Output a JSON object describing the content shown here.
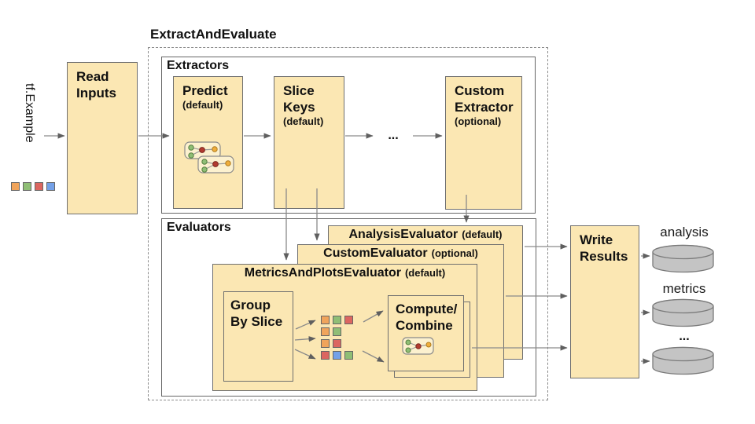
{
  "title": "ExtractAndEvaluate",
  "input": {
    "label": "tf.Example",
    "squares": [
      "orange",
      "green",
      "red",
      "blue"
    ]
  },
  "read_inputs": {
    "line1": "Read",
    "line2": "Inputs"
  },
  "extractors": {
    "label": "Extractors",
    "predict": {
      "name": "Predict",
      "qualifier": "(default)"
    },
    "slice_keys": {
      "line1": "Slice",
      "line2": "Keys",
      "qualifier": "(default)"
    },
    "ellipsis": "...",
    "custom_extractor": {
      "line1": "Custom",
      "line2": "Extractor",
      "qualifier": "(optional)"
    }
  },
  "evaluators": {
    "label": "Evaluators",
    "analysis": {
      "name": "AnalysisEvaluator",
      "qualifier": "(default)"
    },
    "custom": {
      "name": "CustomEvaluator",
      "qualifier": "(optional)"
    },
    "metrics_and_plots": {
      "name": "MetricsAndPlotsEvaluator",
      "qualifier": "(default)"
    },
    "group_by_slice": {
      "line1": "Group",
      "line2": "By Slice"
    },
    "slice_grid": [
      [
        "orange",
        "green",
        "red"
      ],
      [
        "orange",
        "green"
      ],
      [
        "orange",
        "red"
      ],
      [
        "red",
        "blue",
        "green"
      ]
    ],
    "compute_combine": {
      "line1": "Compute/",
      "line2": "Combine"
    }
  },
  "write_results": {
    "line1": "Write",
    "line2": "Results"
  },
  "outputs": {
    "analysis_label": "analysis",
    "metrics_label": "metrics",
    "more_label": "..."
  },
  "colors": {
    "box_fill": "#FBE7B3",
    "box_border": "#6F6F6F",
    "section_border": "#666666",
    "arrow": "#8A8A8A",
    "orange": "#F0A45B",
    "green": "#8FBE75",
    "red": "#DC6660",
    "blue": "#74A1E8",
    "square_border": "#666666",
    "cylinder_fill": "#C4C4C4",
    "cylinder_border": "#7A7A7A"
  }
}
